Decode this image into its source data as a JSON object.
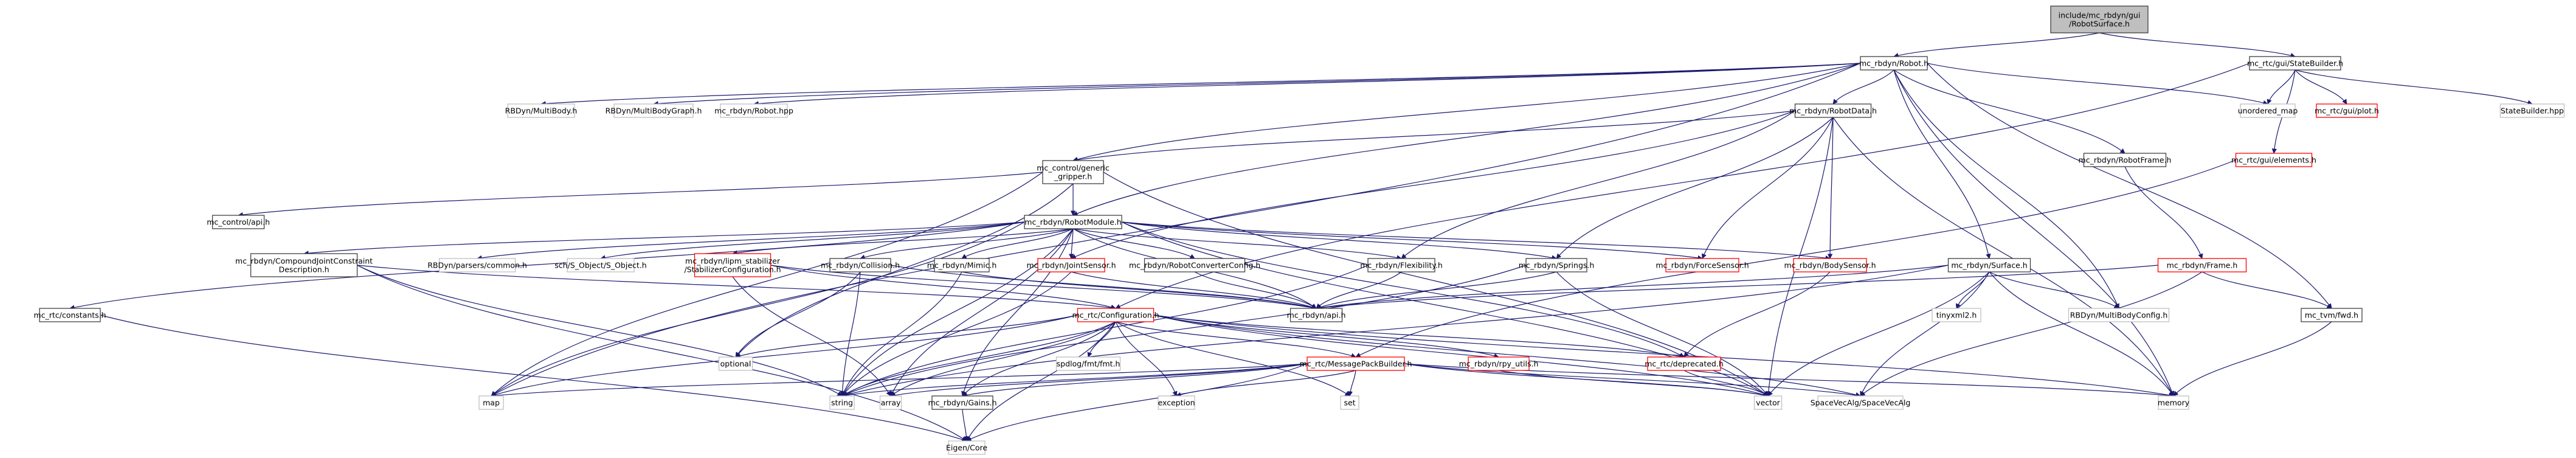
{
  "graph": {
    "title": "include/mc_rbdyn/gui/RobotSurface.h",
    "legend_colors": {
      "root_fill": "#bfbfbf",
      "documented_border": "#404040",
      "undocumented_border": "#bfbfbf",
      "truncated_border": "#ff0000",
      "edge": "#191970"
    },
    "nodes": [
      {
        "id": "root",
        "label": [
          "include/mc_rbdyn/gui",
          "/RobotSurface.h"
        ],
        "kind": "root"
      },
      {
        "id": "robot",
        "label": [
          "mc_rbdyn/Robot.h"
        ],
        "kind": "doc"
      },
      {
        "id": "statebuilder",
        "label": [
          "mc_rtc/gui/StateBuilder.h"
        ],
        "kind": "doc"
      },
      {
        "id": "multibody",
        "label": [
          "RBDyn/MultiBody.h"
        ],
        "kind": "ext"
      },
      {
        "id": "multibodygraph",
        "label": [
          "RBDyn/MultiBodyGraph.h"
        ],
        "kind": "ext"
      },
      {
        "id": "robothpp",
        "label": [
          "mc_rbdyn/Robot.hpp"
        ],
        "kind": "ext"
      },
      {
        "id": "robotdata",
        "label": [
          "mc_rbdyn/RobotData.h"
        ],
        "kind": "doc"
      },
      {
        "id": "unordered_map",
        "label": [
          "unordered_map"
        ],
        "kind": "ext"
      },
      {
        "id": "plot",
        "label": [
          "mc_rtc/gui/plot.h"
        ],
        "kind": "trunc"
      },
      {
        "id": "statebuilderhpp",
        "label": [
          "StateBuilder.hpp"
        ],
        "kind": "ext"
      },
      {
        "id": "gripper",
        "label": [
          "mc_control/generic",
          "_gripper.h"
        ],
        "kind": "doc"
      },
      {
        "id": "robotframe",
        "label": [
          "mc_rbdyn/RobotFrame.h"
        ],
        "kind": "doc"
      },
      {
        "id": "elements",
        "label": [
          "mc_rtc/gui/elements.h"
        ],
        "kind": "trunc"
      },
      {
        "id": "controlapi",
        "label": [
          "mc_control/api.h"
        ],
        "kind": "doc"
      },
      {
        "id": "robotmodule",
        "label": [
          "mc_rbdyn/RobotModule.h"
        ],
        "kind": "doc"
      },
      {
        "id": "compound",
        "label": [
          "mc_rbdyn/CompoundJointConstraint",
          "Description.h"
        ],
        "kind": "doc"
      },
      {
        "id": "parserscommon",
        "label": [
          "RBDyn/parsers/common.h"
        ],
        "kind": "ext"
      },
      {
        "id": "sobject",
        "label": [
          "sch/S_Object/S_Object.h"
        ],
        "kind": "ext"
      },
      {
        "id": "stabconf",
        "label": [
          "mc_rbdyn/lipm_stabilizer",
          "/StabilizerConfiguration.h"
        ],
        "kind": "trunc"
      },
      {
        "id": "collision",
        "label": [
          "mc_rbdyn/Collision.h"
        ],
        "kind": "doc"
      },
      {
        "id": "mimic",
        "label": [
          "mc_rbdyn/Mimic.h"
        ],
        "kind": "doc"
      },
      {
        "id": "jointsensor",
        "label": [
          "mc_rbdyn/JointSensor.h"
        ],
        "kind": "trunc"
      },
      {
        "id": "converterconfig",
        "label": [
          "mc_rbdyn/RobotConverterConfig.h"
        ],
        "kind": "doc"
      },
      {
        "id": "flexibility",
        "label": [
          "mc_rbdyn/Flexibility.h"
        ],
        "kind": "doc"
      },
      {
        "id": "springs",
        "label": [
          "mc_rbdyn/Springs.h"
        ],
        "kind": "doc"
      },
      {
        "id": "forcesensor",
        "label": [
          "mc_rbdyn/ForceSensor.h"
        ],
        "kind": "trunc"
      },
      {
        "id": "bodysensor",
        "label": [
          "mc_rbdyn/BodySensor.h"
        ],
        "kind": "trunc"
      },
      {
        "id": "surface",
        "label": [
          "mc_rbdyn/Surface.h"
        ],
        "kind": "doc"
      },
      {
        "id": "frame",
        "label": [
          "mc_rbdyn/Frame.h"
        ],
        "kind": "trunc"
      },
      {
        "id": "constants",
        "label": [
          "mc_rtc/constants.h"
        ],
        "kind": "doc"
      },
      {
        "id": "configuration",
        "label": [
          "mc_rtc/Configuration.h"
        ],
        "kind": "trunc"
      },
      {
        "id": "rbdynapi",
        "label": [
          "mc_rbdyn/api.h"
        ],
        "kind": "doc"
      },
      {
        "id": "tinyxml2",
        "label": [
          "tinyxml2.h"
        ],
        "kind": "ext"
      },
      {
        "id": "mbconfig",
        "label": [
          "RBDyn/MultiBodyConfig.h"
        ],
        "kind": "ext"
      },
      {
        "id": "tvmfwd",
        "label": [
          "mc_tvm/fwd.h"
        ],
        "kind": "doc"
      },
      {
        "id": "optional",
        "label": [
          "optional"
        ],
        "kind": "ext"
      },
      {
        "id": "fmt",
        "label": [
          "spdlog/fmt/fmt.h"
        ],
        "kind": "ext"
      },
      {
        "id": "msgpack",
        "label": [
          "mc_rtc/MessagePackBuilder.h"
        ],
        "kind": "trunc"
      },
      {
        "id": "pyutils",
        "label": [
          "mc_rbdyn/rpy_utils.h"
        ],
        "kind": "trunc"
      },
      {
        "id": "deprecated",
        "label": [
          "mc_rtc/deprecated.h"
        ],
        "kind": "trunc"
      },
      {
        "id": "map",
        "label": [
          "map"
        ],
        "kind": "ext"
      },
      {
        "id": "string",
        "label": [
          "string"
        ],
        "kind": "ext"
      },
      {
        "id": "array",
        "label": [
          "array"
        ],
        "kind": "ext"
      },
      {
        "id": "gains",
        "label": [
          "mc_rbdyn/Gains.h"
        ],
        "kind": "doc"
      },
      {
        "id": "exception",
        "label": [
          "exception"
        ],
        "kind": "ext"
      },
      {
        "id": "set",
        "label": [
          "set"
        ],
        "kind": "ext"
      },
      {
        "id": "vector",
        "label": [
          "vector"
        ],
        "kind": "ext"
      },
      {
        "id": "spacevecalg",
        "label": [
          "SpaceVecAlg/SpaceVecAlg"
        ],
        "kind": "ext"
      },
      {
        "id": "memory",
        "label": [
          "memory"
        ],
        "kind": "ext"
      },
      {
        "id": "eigencore",
        "label": [
          "Eigen/Core"
        ],
        "kind": "ext"
      }
    ],
    "edges": [
      [
        "root",
        "robot"
      ],
      [
        "root",
        "statebuilder"
      ],
      [
        "robot",
        "multibody"
      ],
      [
        "robot",
        "multibodygraph"
      ],
      [
        "robot",
        "robothpp"
      ],
      [
        "robot",
        "robotdata"
      ],
      [
        "robot",
        "unordered_map"
      ],
      [
        "robot",
        "gripper"
      ],
      [
        "robot",
        "robotmodule"
      ],
      [
        "robot",
        "robotframe"
      ],
      [
        "robot",
        "surface"
      ],
      [
        "robot",
        "mbconfig"
      ],
      [
        "robot",
        "memory"
      ],
      [
        "robot",
        "tvmfwd"
      ],
      [
        "robot",
        "map"
      ],
      [
        "statebuilder",
        "unordered_map"
      ],
      [
        "statebuilder",
        "plot"
      ],
      [
        "statebuilder",
        "statebuilderhpp"
      ],
      [
        "statebuilder",
        "elements"
      ],
      [
        "statebuilder",
        "configuration"
      ],
      [
        "robotdata",
        "gripper"
      ],
      [
        "robotdata",
        "jointsensor"
      ],
      [
        "robotdata",
        "flexibility"
      ],
      [
        "robotdata",
        "springs"
      ],
      [
        "robotdata",
        "forcesensor"
      ],
      [
        "robotdata",
        "bodysensor"
      ],
      [
        "robotdata",
        "vector"
      ],
      [
        "robotdata",
        "memory"
      ],
      [
        "gripper",
        "controlapi"
      ],
      [
        "gripper",
        "robotmodule"
      ],
      [
        "gripper",
        "vector"
      ],
      [
        "gripper",
        "map"
      ],
      [
        "gripper",
        "optional"
      ],
      [
        "robotmodule",
        "compound"
      ],
      [
        "robotmodule",
        "parserscommon"
      ],
      [
        "robotmodule",
        "sobject"
      ],
      [
        "robotmodule",
        "stabconf"
      ],
      [
        "robotmodule",
        "collision"
      ],
      [
        "robotmodule",
        "mimic"
      ],
      [
        "robotmodule",
        "jointsensor"
      ],
      [
        "robotmodule",
        "converterconfig"
      ],
      [
        "robotmodule",
        "flexibility"
      ],
      [
        "robotmodule",
        "springs"
      ],
      [
        "robotmodule",
        "forcesensor"
      ],
      [
        "robotmodule",
        "bodysensor"
      ],
      [
        "robotmodule",
        "constants"
      ],
      [
        "robotmodule",
        "rbdynapi"
      ],
      [
        "robotmodule",
        "deprecated"
      ],
      [
        "robotmodule",
        "array"
      ],
      [
        "robotmodule",
        "string"
      ],
      [
        "robotmodule",
        "vector"
      ],
      [
        "robotmodule",
        "map"
      ],
      [
        "robotmodule",
        "gains"
      ],
      [
        "compound",
        "configuration"
      ],
      [
        "compound",
        "string"
      ],
      [
        "compound",
        "eigencore"
      ],
      [
        "stabconf",
        "configuration"
      ],
      [
        "stabconf",
        "rbdynapi"
      ],
      [
        "stabconf",
        "array"
      ],
      [
        "collision",
        "rbdynapi"
      ],
      [
        "collision",
        "string"
      ],
      [
        "collision",
        "optional"
      ],
      [
        "mimic",
        "rbdynapi"
      ],
      [
        "mimic",
        "string"
      ],
      [
        "jointsensor",
        "rbdynapi"
      ],
      [
        "jointsensor",
        "string"
      ],
      [
        "converterconfig",
        "rbdynapi"
      ],
      [
        "flexibility",
        "rbdynapi"
      ],
      [
        "flexibility",
        "string"
      ],
      [
        "springs",
        "rbdynapi"
      ],
      [
        "springs",
        "string"
      ],
      [
        "springs",
        "vector"
      ],
      [
        "bodysensor",
        "deprecated"
      ],
      [
        "surface",
        "rbdynapi"
      ],
      [
        "surface",
        "tinyxml2"
      ],
      [
        "surface",
        "mbconfig"
      ],
      [
        "surface",
        "spacevecalg"
      ],
      [
        "surface",
        "memory"
      ],
      [
        "surface",
        "vector"
      ],
      [
        "surface",
        "string"
      ],
      [
        "frame",
        "rbdynapi"
      ],
      [
        "frame",
        "tvmfwd"
      ],
      [
        "frame",
        "spacevecalg"
      ],
      [
        "elements",
        "msgpack"
      ],
      [
        "robotframe",
        "frame"
      ],
      [
        "tvmfwd",
        "memory"
      ],
      [
        "constants",
        "eigencore"
      ],
      [
        "configuration",
        "optional"
      ],
      [
        "configuration",
        "fmt"
      ],
      [
        "configuration",
        "msgpack"
      ],
      [
        "configuration",
        "pyutils"
      ],
      [
        "configuration",
        "deprecated"
      ],
      [
        "configuration",
        "map"
      ],
      [
        "configuration",
        "string"
      ],
      [
        "configuration",
        "array"
      ],
      [
        "configuration",
        "gains"
      ],
      [
        "configuration",
        "exception"
      ],
      [
        "configuration",
        "set"
      ],
      [
        "configuration",
        "vector"
      ],
      [
        "configuration",
        "spacevecalg"
      ],
      [
        "configuration",
        "memory"
      ],
      [
        "configuration",
        "eigencore"
      ],
      [
        "msgpack",
        "map"
      ],
      [
        "msgpack",
        "string"
      ],
      [
        "msgpack",
        "array"
      ],
      [
        "msgpack",
        "gains"
      ],
      [
        "msgpack",
        "exception"
      ],
      [
        "msgpack",
        "set"
      ],
      [
        "msgpack",
        "vector"
      ],
      [
        "msgpack",
        "spacevecalg"
      ],
      [
        "msgpack",
        "memory"
      ],
      [
        "msgpack",
        "eigencore"
      ],
      [
        "pyutils",
        "vector"
      ],
      [
        "deprecated",
        "vector"
      ],
      [
        "gains",
        "eigencore"
      ]
    ]
  }
}
